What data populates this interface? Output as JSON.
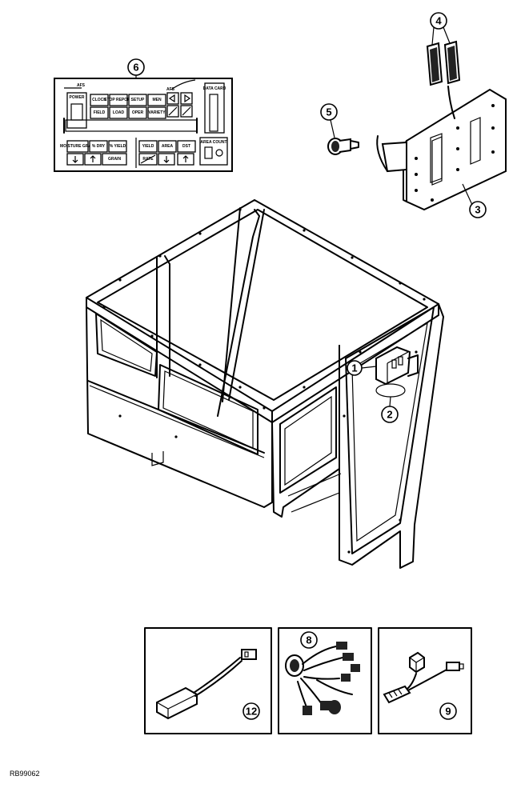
{
  "figure_code": "RB99062",
  "callouts": [
    "1",
    "2",
    "3",
    "4",
    "5",
    "6",
    "8",
    "9",
    "12"
  ],
  "panel": {
    "brand": "AFS",
    "logo_text": "AFS",
    "power": "POWER",
    "data_card": "DATA CARD",
    "area_count": "AREA COUNT",
    "keys_top": [
      "CLOCK",
      "STOP REPORT",
      "SETUP",
      "MEN"
    ],
    "keys_mid": [
      "FIELD",
      "LOAD",
      "OPER",
      "VARIETY"
    ],
    "keys_bot_left": [
      "MOISTURE GRAIN",
      "% DRY",
      "% YIELD"
    ],
    "keys_bot_right": [
      "YIELD",
      "AREA",
      "DST"
    ],
    "keys_bot_row": [
      "GRAIN"
    ],
    "key_rate": "RATE"
  }
}
